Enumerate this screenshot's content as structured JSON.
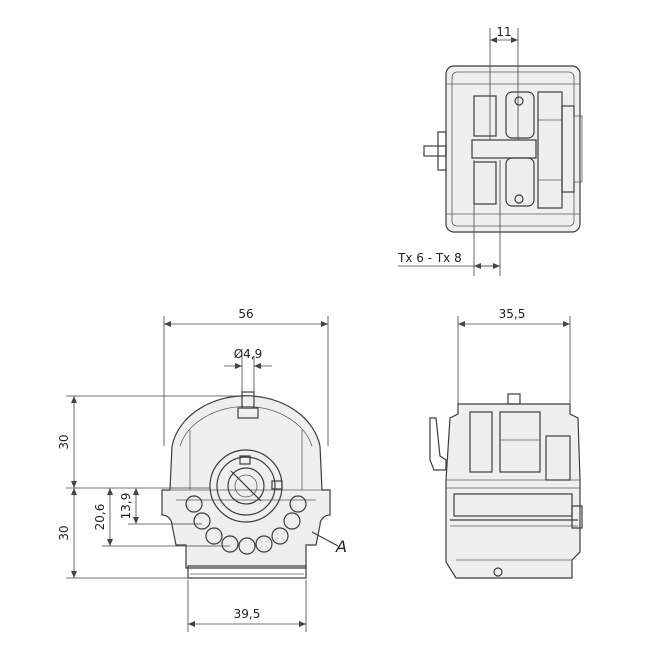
{
  "dimensions": {
    "top_view_width": "11",
    "screw": "Tx 6 - Tx 8",
    "front_width": "56",
    "hole_diameter": "Ø4,9",
    "upper_height": "30",
    "lower_height": "30",
    "mount_height_1": "20,6",
    "mount_height_2": "13,9",
    "base_width": "39,5",
    "side_width": "35,5"
  },
  "labels": {
    "section_marker": "A"
  }
}
